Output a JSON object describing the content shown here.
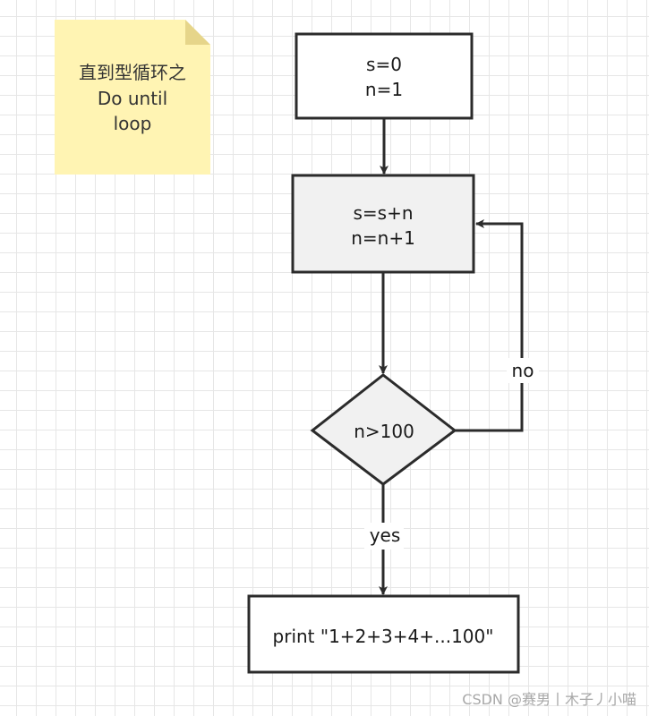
{
  "note": {
    "lines": [
      "直到型循环之",
      "Do until",
      "loop"
    ],
    "fill": "#fff4b3",
    "fold_fill": "#e6d58a"
  },
  "nodes": {
    "init": {
      "lines": [
        "s=0",
        "n=1"
      ],
      "fill": "#ffffff"
    },
    "body": {
      "lines": [
        "s=s+n",
        "n=n+1"
      ],
      "fill": "#f1f1f1"
    },
    "condition": {
      "text": "n>100",
      "fill": "#f1f1f1"
    },
    "output": {
      "text": "print \"1+2+3+4+...100\"",
      "fill": "#ffffff"
    }
  },
  "edges": {
    "no_label": "no",
    "yes_label": "yes"
  },
  "colors": {
    "stroke": "#2b2b2b",
    "grid": "#e6e6e6"
  },
  "watermark": "CSDN @赛男丨木子丿小喵"
}
